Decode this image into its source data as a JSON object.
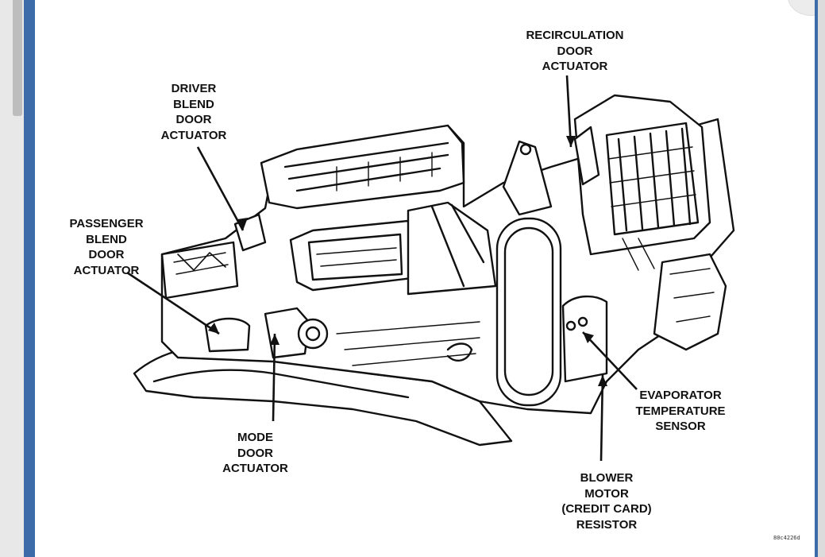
{
  "diagram": {
    "labels": {
      "recirculation": "RECIRCULATION\nDOOR\nACTUATOR",
      "driver_blend": "DRIVER\nBLEND\nDOOR\nACTUATOR",
      "passenger_blend": "PASSENGER\nBLEND\nDOOR\nACTUATOR",
      "mode_door": "MODE\nDOOR\nACTUATOR",
      "evaporator": "EVAPORATOR\nTEMPERATURE\nSENSOR",
      "blower_resistor": "BLOWER\nMOTOR\n(CREDIT CARD)\nRESISTOR"
    },
    "figure_code": "80c4226d"
  },
  "colors": {
    "frame": "#3d6aa8",
    "page": "#ffffff",
    "ink": "#111111"
  }
}
